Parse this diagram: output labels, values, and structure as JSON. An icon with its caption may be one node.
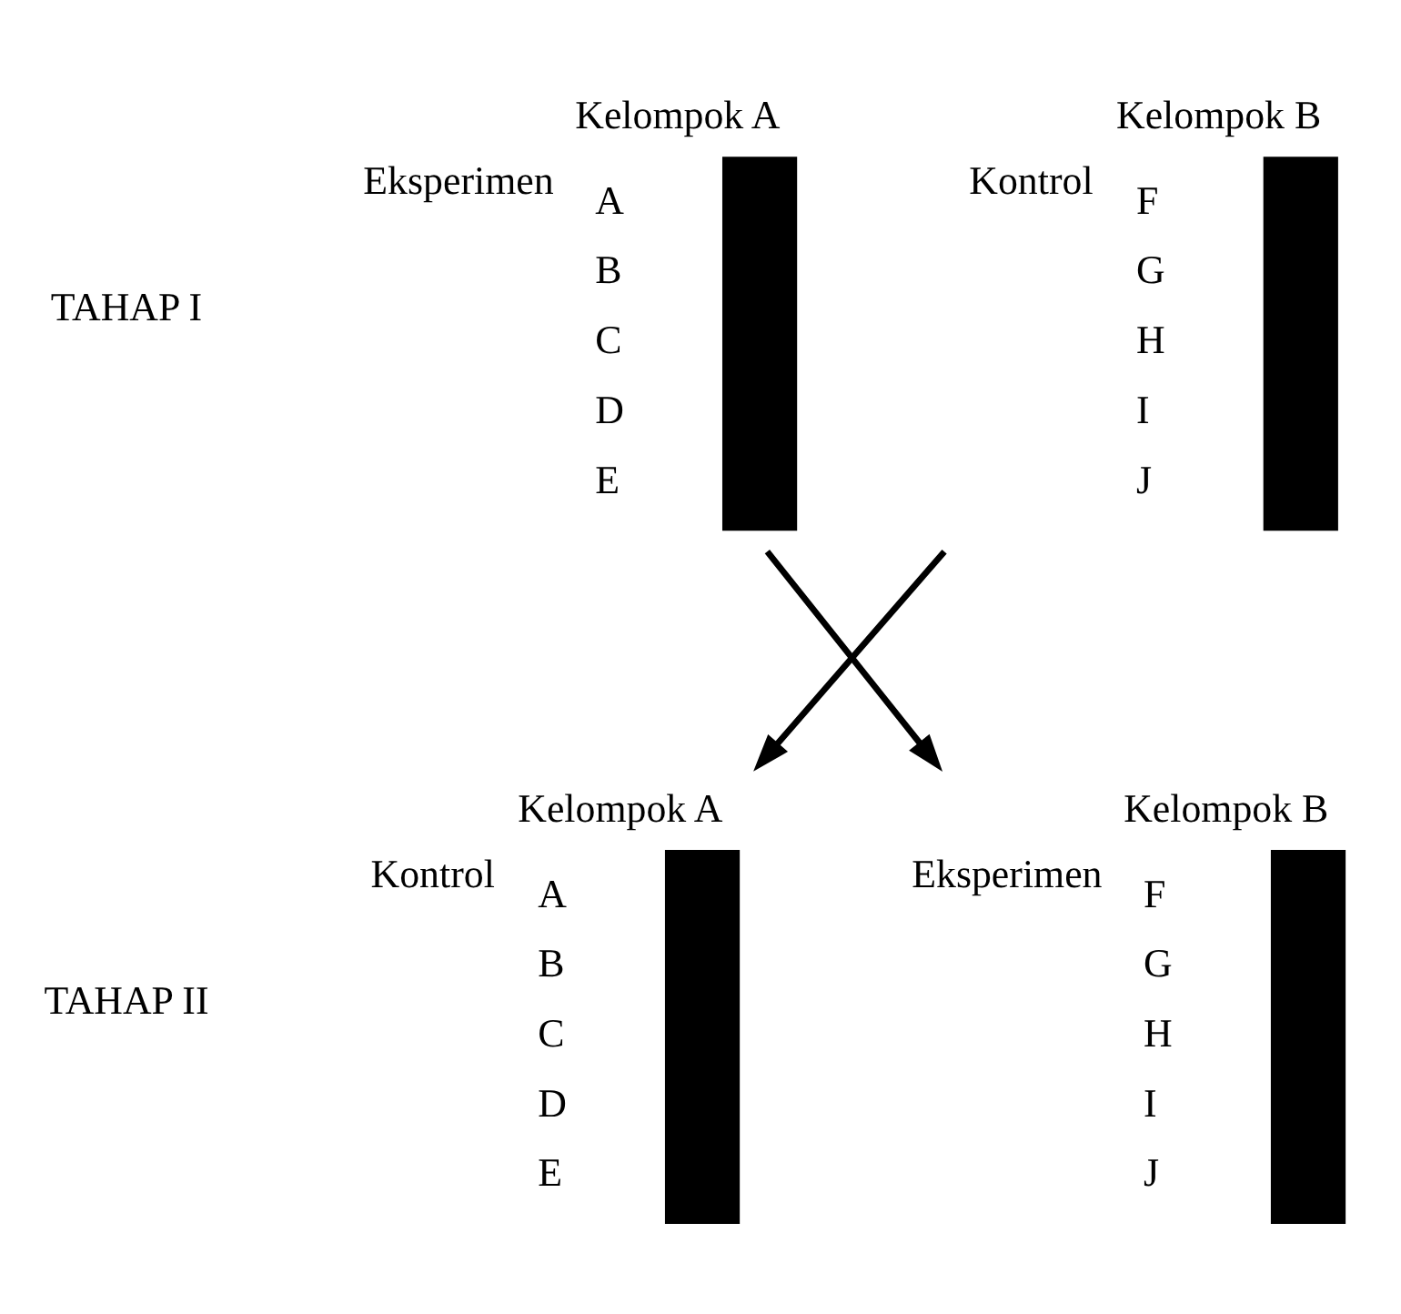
{
  "diagram": {
    "nodes": [
      {
        "text": [
          "A",
          "B",
          "C",
          "D",
          "E"
        ],
        "beside": [
          "Kelompok A",
          "Eksperimen"
        ]
      },
      {
        "text": [
          "F",
          "G",
          "H",
          "I",
          "J"
        ],
        "beside": [
          "Kelompok B",
          "Kontrol"
        ]
      },
      {
        "text": [
          "A",
          "B",
          "C",
          "D",
          "E"
        ],
        "beside": [
          "Kelompok A",
          "Kontrol"
        ]
      },
      {
        "text": [
          "F",
          "G",
          "H",
          "I",
          "J"
        ],
        "beside": [
          "Kelompok B",
          "Eksperimen"
        ]
      }
    ],
    "edges": [
      {
        "from": 0,
        "to": 3,
        "arrow": "to"
      },
      {
        "from": 1,
        "to": 2,
        "arrow": "to"
      }
    ],
    "labels": [
      "TAHAP I",
      "TAHAP II"
    ]
  }
}
